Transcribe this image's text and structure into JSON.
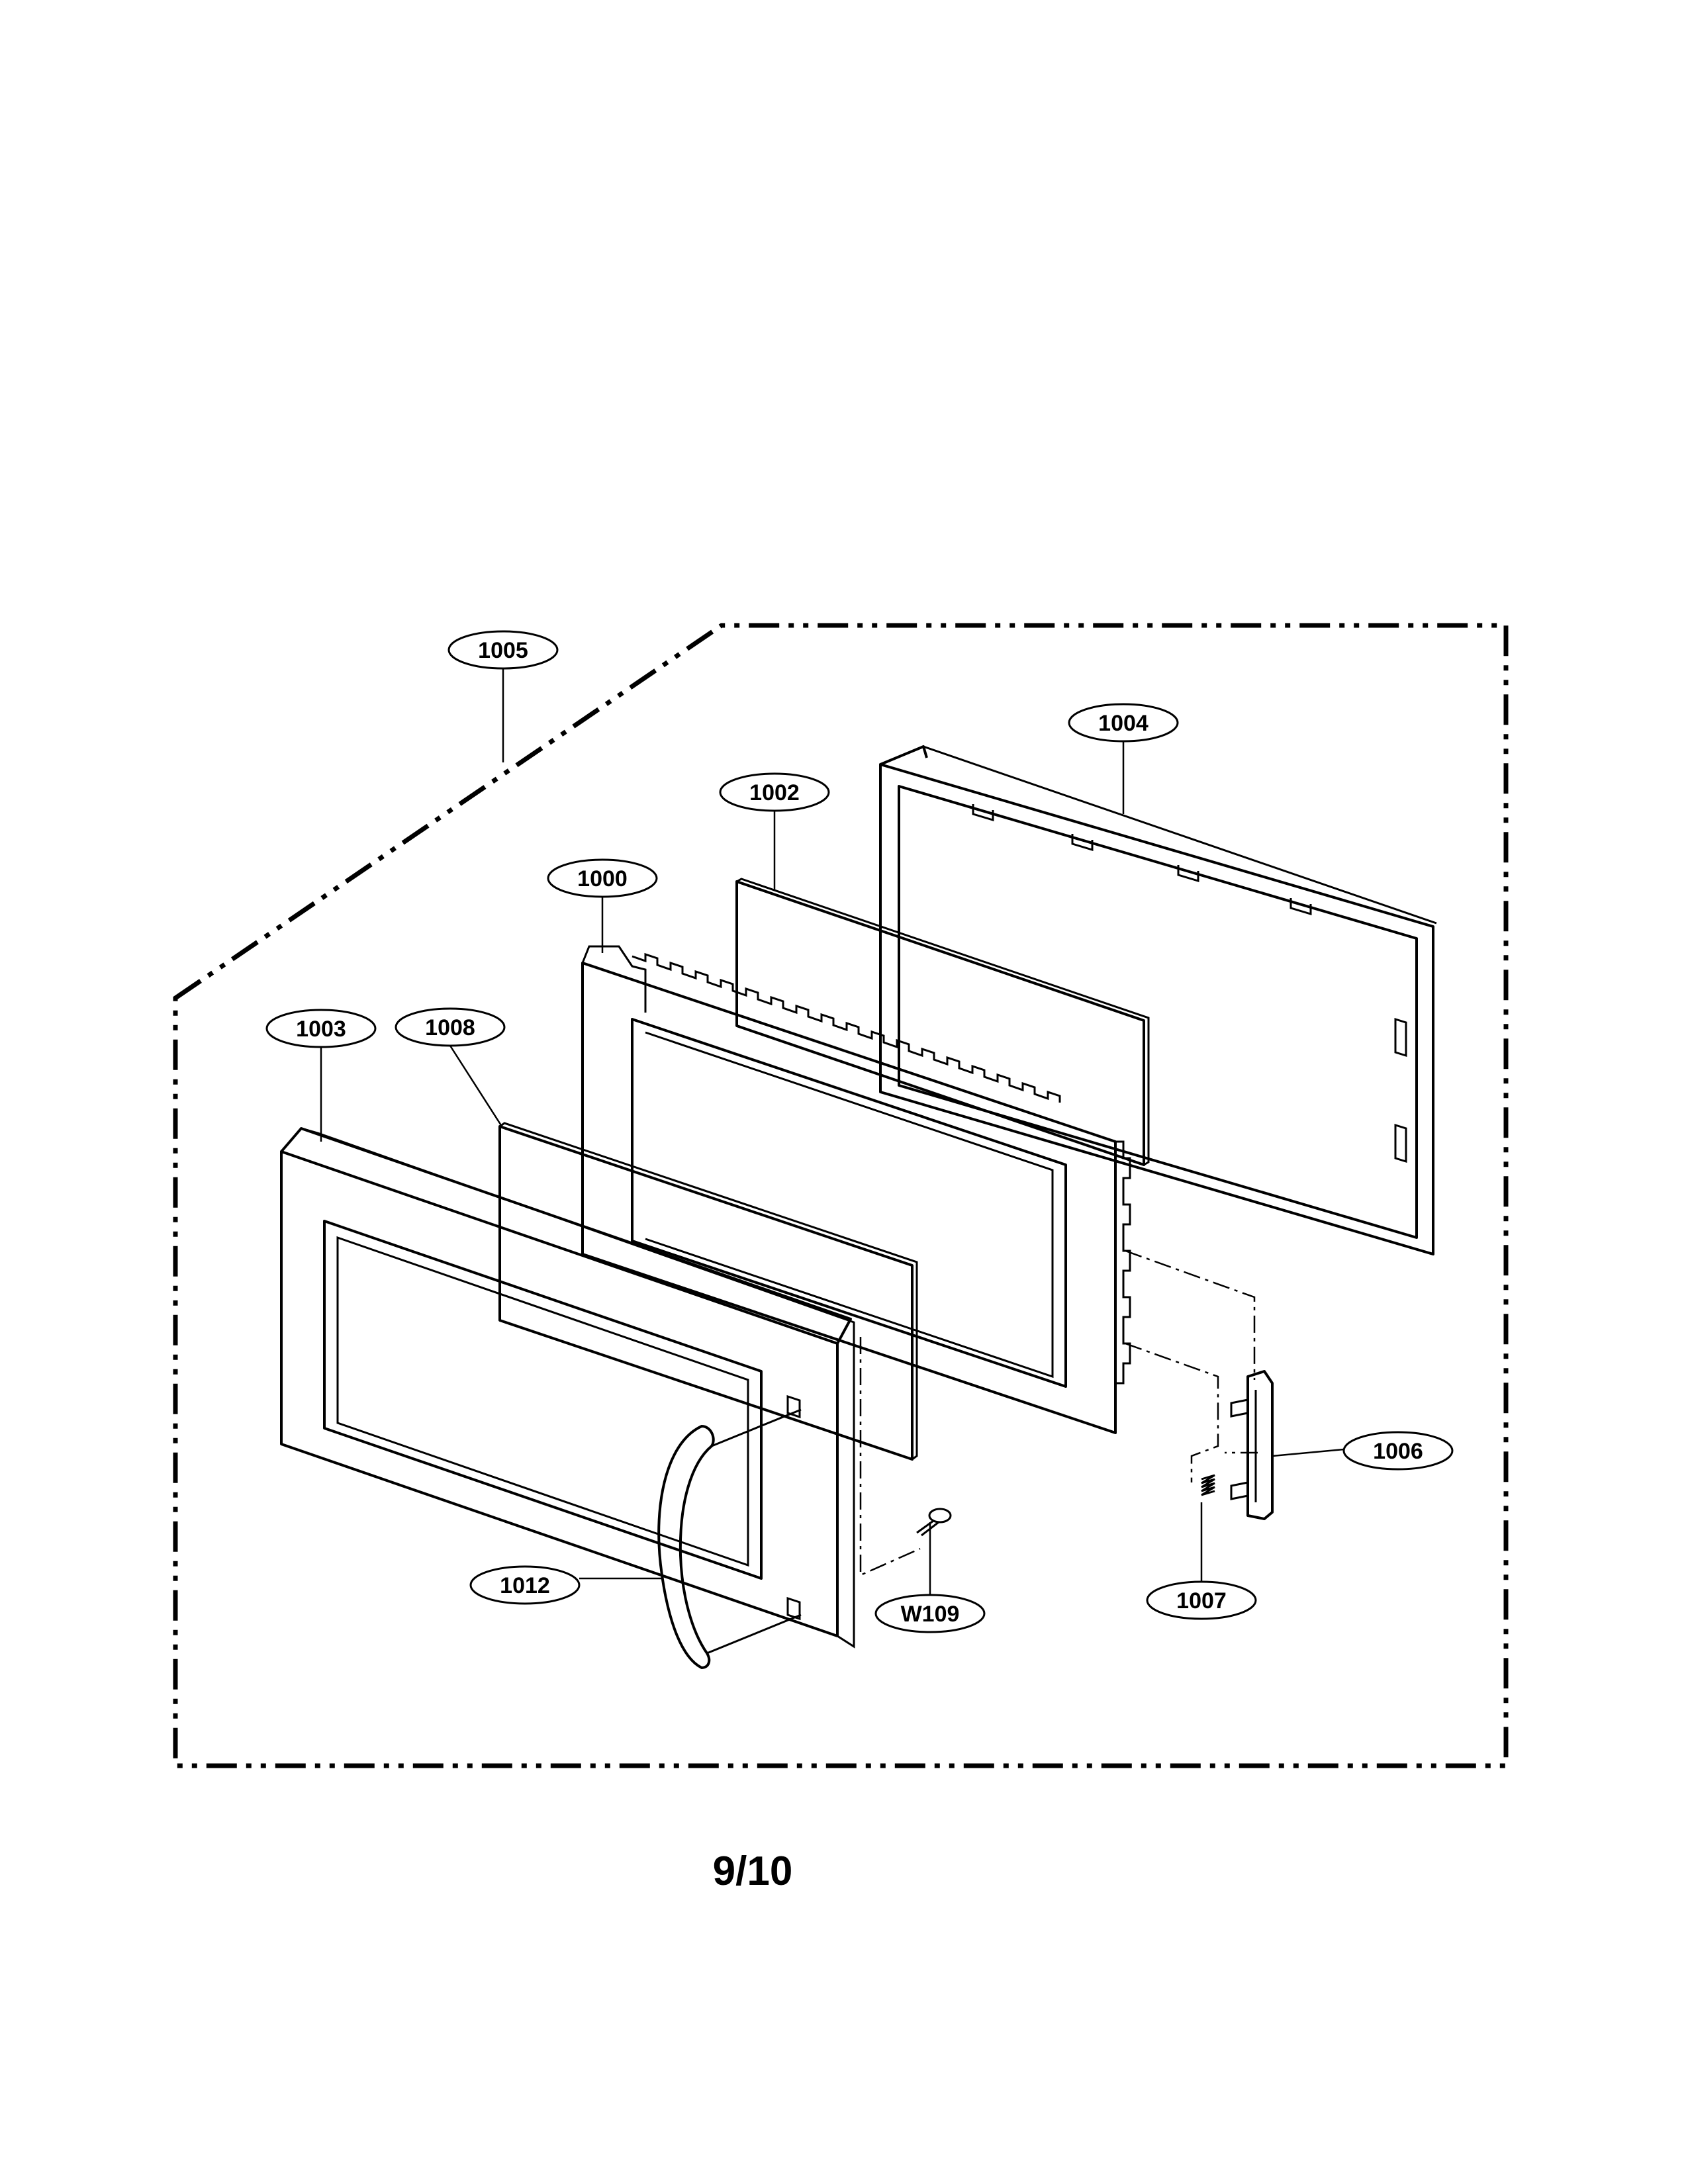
{
  "callouts": {
    "c1005": "1005",
    "c1004": "1004",
    "c1002": "1002",
    "c1000": "1000",
    "c1008": "1008",
    "c1003": "1003",
    "c1006": "1006",
    "c1012": "1012",
    "cW109": "W109",
    "c1007": "1007"
  },
  "page_number": "9/10"
}
